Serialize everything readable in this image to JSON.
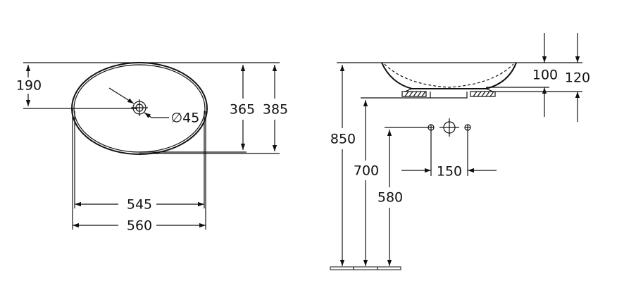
{
  "top_view": {
    "dim_drain_offset": "190",
    "dim_inner_depth": "365",
    "dim_outer_depth": "385",
    "dim_drain_diameter": "∅45",
    "dim_inner_width": "545",
    "dim_outer_width": "560"
  },
  "side_view": {
    "dim_bowl_height": "100",
    "dim_total_height": "120",
    "dim_rim_height": "850",
    "dim_counter_height": "700",
    "dim_supply_height": "580",
    "dim_supply_spacing": "150"
  }
}
